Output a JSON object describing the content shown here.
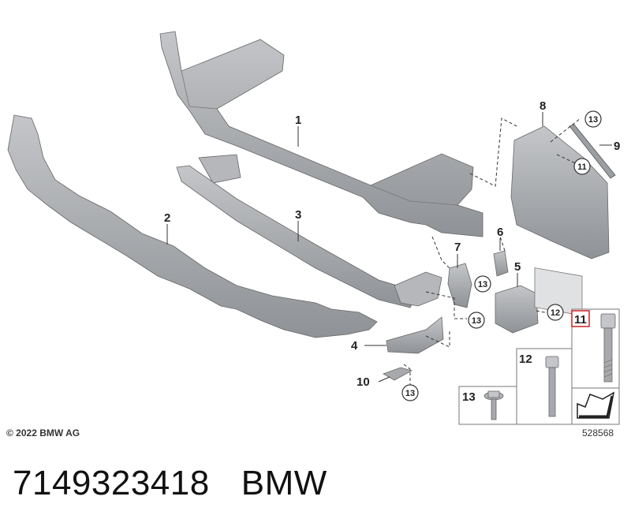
{
  "diagram": {
    "callouts": {
      "c1": "1",
      "c2": "2",
      "c3": "3",
      "c4": "4",
      "c5": "5",
      "c6": "6",
      "c7": "7",
      "c8": "8",
      "c9": "9",
      "c10": "10",
      "c11": "11",
      "c12": "12",
      "c13": "13"
    },
    "circled_13": "13",
    "circled_11": "11",
    "circled_12": "12",
    "legend": {
      "item13": "13",
      "item12": "12",
      "item11": "11"
    },
    "highlight_color": "#d02020",
    "part_color": "#a7a9ac"
  },
  "footer": {
    "copyright": "© 2022 BMW AG",
    "image_number": "528568"
  },
  "caption": {
    "part_number": "7149323418",
    "brand": "BMW"
  }
}
